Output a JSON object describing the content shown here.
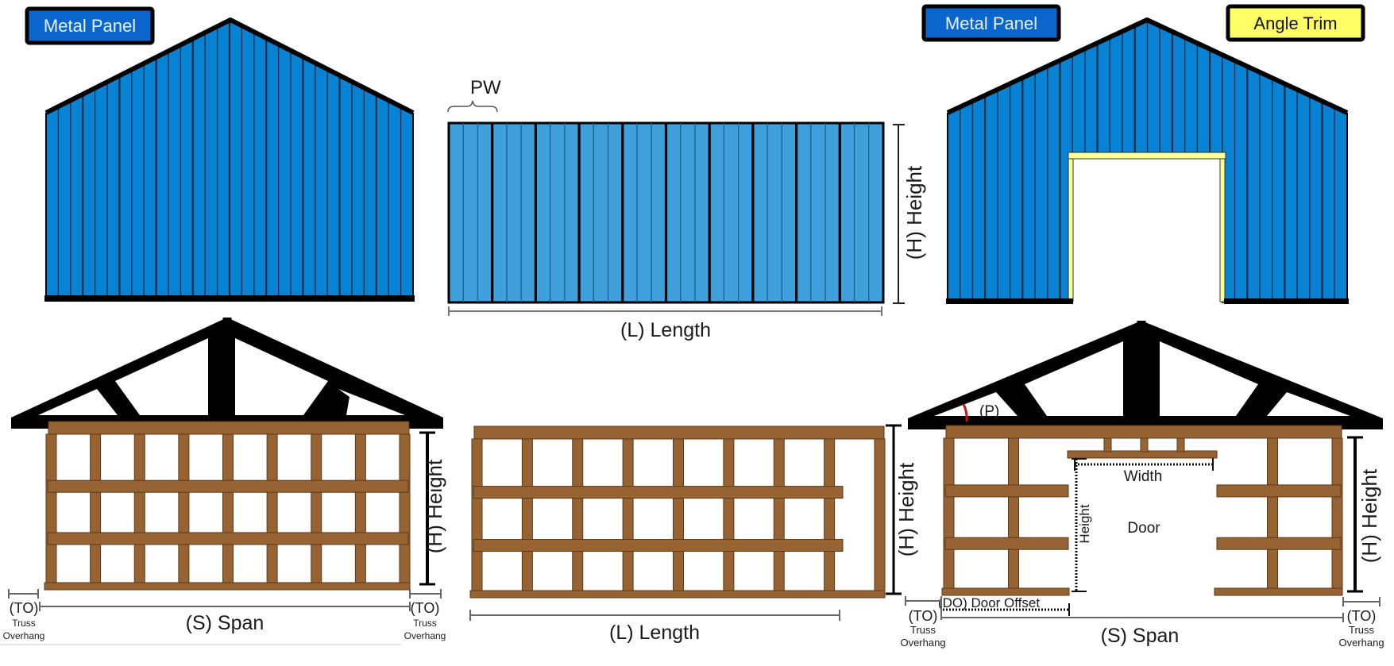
{
  "colors": {
    "metal_panel_dark": "#0882d2",
    "metal_panel_light": "#3fa0dc",
    "panel_outline": "#000000",
    "angle_trim": "#ffff99",
    "wood": "#976332",
    "wood_edge": "#5a3a1a",
    "truss": "#000000",
    "pitch_arc": "#d01010",
    "tag_blue": "#0a66cc",
    "tag_yellow": "#ffff66"
  },
  "tags": {
    "metal_panel_left": "Metal Panel",
    "metal_panel_right": "Metal Panel",
    "angle_trim": "Angle Trim"
  },
  "panels": {
    "end_wall_sheeting": {
      "panel_count_ribs": 30
    },
    "side_wall_sheeting": {
      "pw_label": "PW",
      "length_label": "(L) Length",
      "height_label": "(H) Height",
      "panels": 10,
      "ribs_per_panel": 3
    },
    "end_wall_with_door": {
      "door_trim": "Angle Trim"
    }
  },
  "framing": {
    "end_wall": {
      "height_label": "(H) Height",
      "span_label": "(S) Span",
      "overhang_left": {
        "code": "(TO)",
        "line1": "Truss",
        "line2": "Overhang"
      },
      "overhang_right": {
        "code": "(TO)",
        "line1": "Truss",
        "line2": "Overhang"
      }
    },
    "side_wall": {
      "height_label": "(H) Height",
      "length_label": "(L) Length"
    },
    "end_wall_door": {
      "pitch_label": "(P)",
      "width_label": "Width",
      "door_height_label": "Height",
      "door_label": "Door",
      "door_offset_label": "(DO) Door Offset",
      "height_label": "(H) Height",
      "span_label": "(S) Span",
      "overhang_left": {
        "code": "(TO)",
        "line1": "Truss",
        "line2": "Overhang"
      },
      "overhang_right": {
        "code": "(TO)",
        "line1": "Truss",
        "line2": "Overhang"
      }
    }
  }
}
